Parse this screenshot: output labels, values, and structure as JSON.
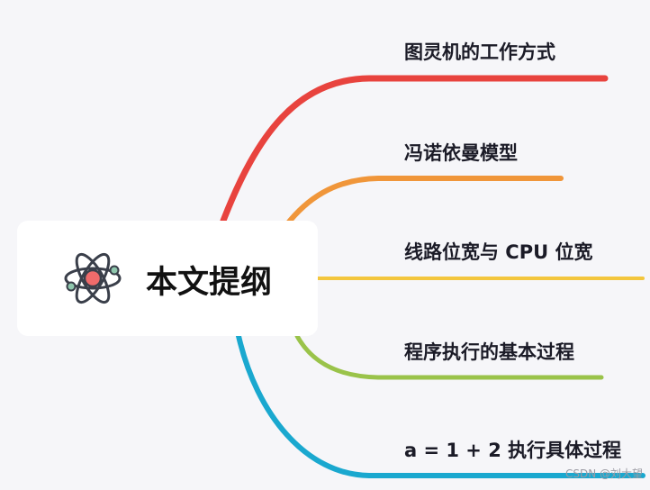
{
  "center": {
    "title": "本文提纲",
    "icon": "atom-icon"
  },
  "branches": [
    {
      "label": "图灵机的工作方式",
      "color": "#e8433e"
    },
    {
      "label": "冯诺依曼模型",
      "color": "#f0963a"
    },
    {
      "label": "线路位宽与 CPU 位宽",
      "color": "#f3c63d"
    },
    {
      "label": "程序执行的基本过程",
      "color": "#9ac34a"
    },
    {
      "label": "a = 1 + 2 执行具体过程",
      "color": "#1aa8cf"
    }
  ],
  "watermark": "CSDN @刘大望"
}
